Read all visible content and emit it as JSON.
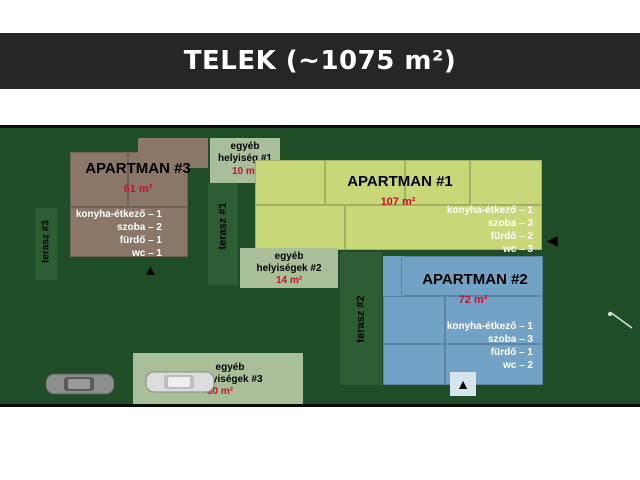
{
  "banner": {
    "title": "TELEK (~1075 m²)"
  },
  "apartments": [
    {
      "name": "APARTMAN #3",
      "area": "61 m²",
      "rooms": [
        "konyha-étkező – 1",
        "szoba – 2",
        "fürdő – 1",
        "wc – 1"
      ]
    },
    {
      "name": "APARTMAN #1",
      "area": "107 m²",
      "rooms": [
        "konyha-étkező – 1",
        "szoba – 3",
        "fürdő – 2",
        "wc – 3"
      ]
    },
    {
      "name": "APARTMAN #2",
      "area": "72 m²",
      "rooms": [
        "konyha-étkező – 1",
        "szoba – 3",
        "fürdő – 1",
        "wc – 2"
      ]
    }
  ],
  "other_spaces": [
    {
      "line1": "egyéb",
      "line2": "helyiség #1",
      "area": "10 m²"
    },
    {
      "line1": "egyéb",
      "line2": "helyiségek #2",
      "area": "14 m²"
    },
    {
      "line1": "egyéb",
      "line2": "helyiségek #3",
      "area": "30 m²"
    }
  ],
  "terraces": [
    "terasz #3",
    "terasz #1",
    "terasz #2"
  ],
  "colors": {
    "lawn": "#1f4d27",
    "apartment3": "#8a7768",
    "apartment1": "#c8d777",
    "apartment2": "#73a2c7",
    "other_space": "#a9bf99",
    "terrace": "#2d5e33",
    "area_text": "#c8102e"
  }
}
